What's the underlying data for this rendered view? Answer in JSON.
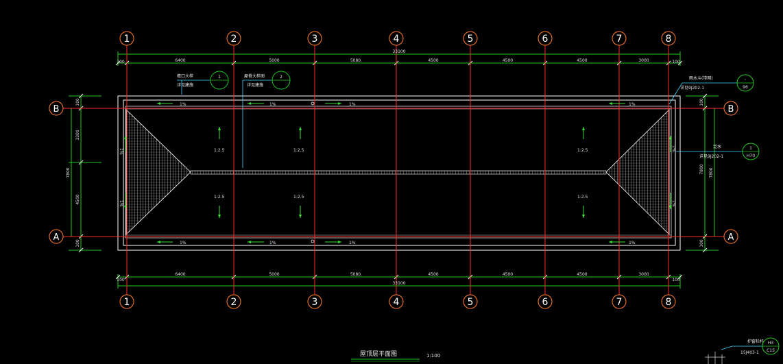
{
  "drawing": {
    "title": "屋顶层平面图",
    "scale": "1:100",
    "colors": {
      "background": "#000000",
      "axis_red": "#ff2a2a",
      "axis_orange": "#e06a2a",
      "dim_green": "#22c822",
      "outline_white": "#ffffff",
      "arrow_green": "#3adf3a",
      "leader_cyan": "#40d8ff"
    }
  },
  "grid_axes": {
    "columns": [
      "1",
      "2",
      "3",
      "4",
      "5",
      "6",
      "7",
      "8"
    ],
    "rows": [
      "B",
      "A"
    ]
  },
  "dimensions": {
    "top_total": "33100",
    "bottom_total": "33100",
    "top_segments": [
      "6400",
      "5000",
      "5080",
      "4500",
      "4500",
      "4500",
      "3000"
    ],
    "bottom_segments": [
      "6400",
      "5000",
      "5080",
      "4500",
      "4500",
      "4500",
      "3000"
    ],
    "top_edges": [
      "100",
      "100"
    ],
    "bottom_edges": [
      "100",
      "100"
    ],
    "left_segments": [
      "3300",
      "4500"
    ],
    "left_total": "7800",
    "left_edges": [
      "100",
      "100"
    ],
    "right_total": "7800",
    "right_inner": "7800",
    "right_edges": [
      "100",
      "100"
    ]
  },
  "slopes": {
    "gutter_slope": "1%",
    "roof_slope": "1:2.5"
  },
  "callouts": {
    "eave": {
      "line1": "檐口大样",
      "line2": "详见建施",
      "num": "1"
    },
    "ridge": {
      "line1": "屋脊大样图",
      "line2": "详见建施",
      "num": "2"
    },
    "drain": {
      "line1": "雨水斗(带网)",
      "line2": "详见9J202-1",
      "num": "-"
    },
    "drain_sheet": "96",
    "flashing": {
      "line1": "泛水",
      "line2": "详见9J202-1",
      "num": "1"
    },
    "flashing_sheet": "H70",
    "ladder": {
      "line1": "护窗栏杆",
      "line2": "15J403-1",
      "num": "H3"
    },
    "ladder_sheet": "C15"
  }
}
